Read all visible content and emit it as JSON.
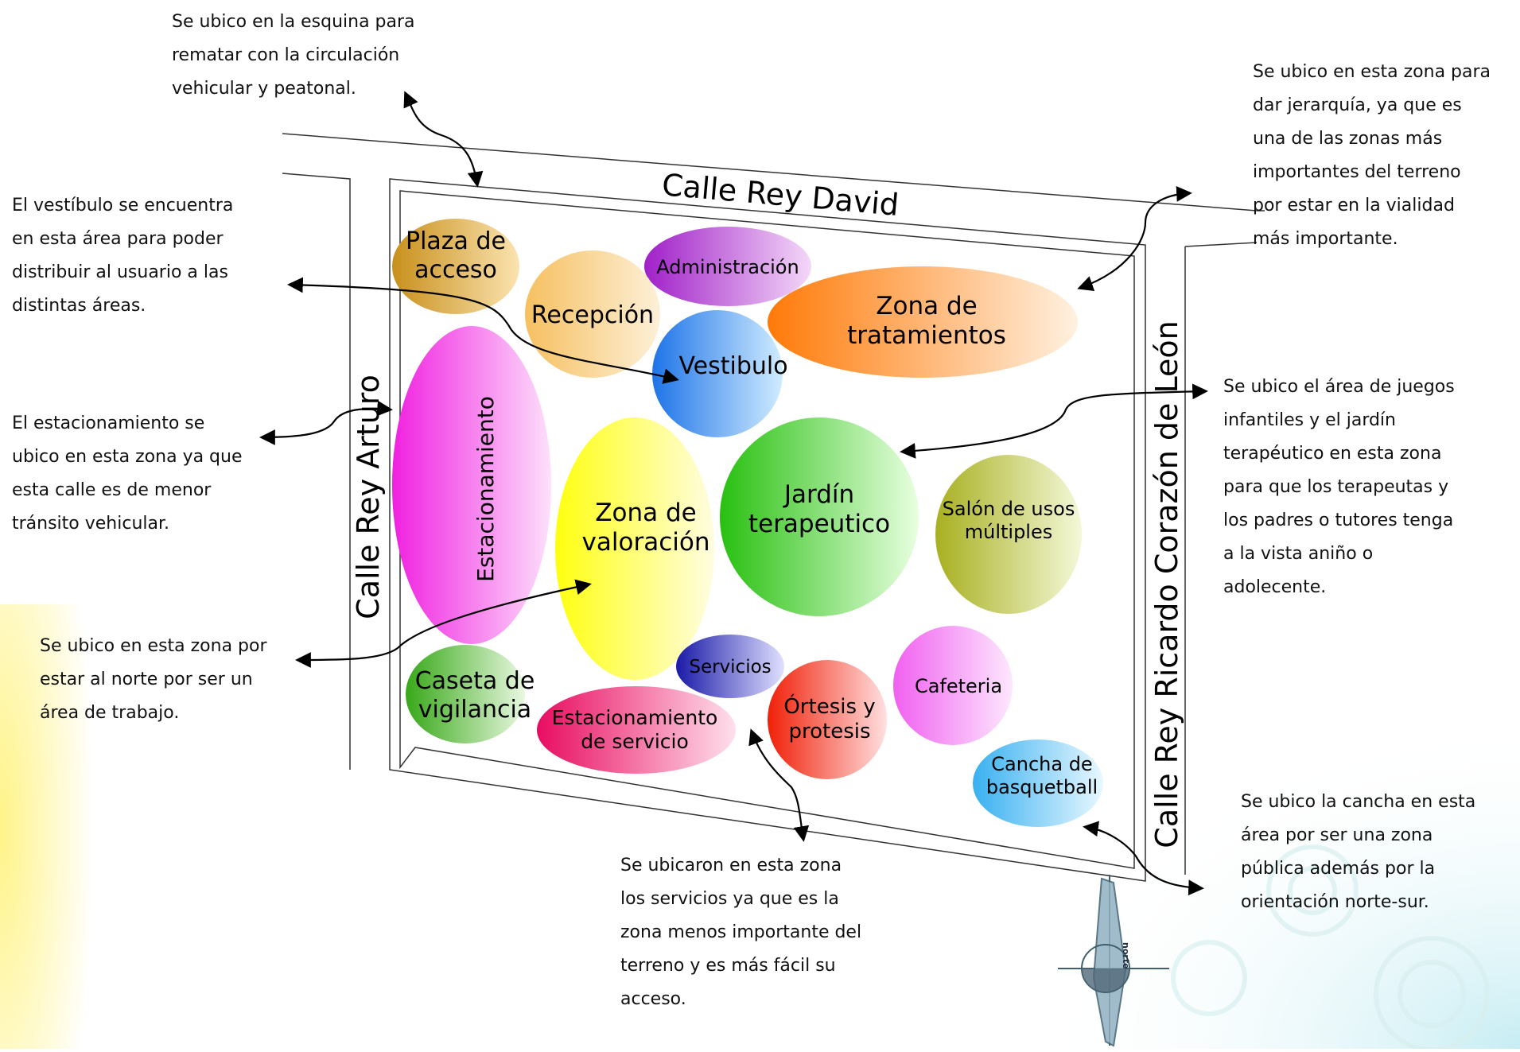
{
  "streets": {
    "north": "Calle Rey David",
    "west": "Calle Rey Arturo",
    "east": "Calle Rey Ricardo Corazón de León"
  },
  "zones": {
    "plaza_acceso": "Plaza de\nacceso",
    "administracion": "Administración",
    "recepcion": "Recepción",
    "zona_tratamientos": "Zona de\ntratamientos",
    "vestibulo": "Vestibulo",
    "estacionamiento": "Estacionamiento",
    "zona_valoracion": "Zona de\nvaloración",
    "jardin_terapeutico": "Jardín\nterapeutico",
    "salon_usos_multiples": "Salón de usos\nmúltiples",
    "servicios": "Servicios",
    "caseta_vigilancia": "Caseta de\nvigilancia",
    "estacionamiento_servicio": "Estacionamiento\nde servicio",
    "ortesis_protesis": "Órtesis y\nprotesis",
    "cafeteria": "Cafeteria",
    "cancha_basquetball": "Cancha de\nbasquetball"
  },
  "notes": {
    "plaza": "Se ubico en la esquina para\nrematar con la circulación\nvehicular y peatonal.",
    "tratamientos": "Se ubico en esta zona para\ndar jerarquía, ya que es\nuna de las zonas más\nimportantes del terreno\npor estar en la vialidad\nmás importante.",
    "vestibulo": "El vestíbulo se encuentra\nen esta área para poder\ndistribuir al usuario a las\ndistintas áreas.",
    "estacionamiento": "El estacionamiento se\nubico en esta zona ya que\nesta calle es de menor\ntránsito vehicular.",
    "jardin": "Se ubico el área de juegos\ninfantiles y el jardín\nterapéutico en esta zona\npara que los terapeutas y\nlos padres o tutores tenga\na la vista aniño o\nadolecente.",
    "valoracion": "Se ubico en esta zona por\nestar al norte por ser un\nárea de trabajo.",
    "servicios": "Se ubicaron en esta zona\nlos servicios ya que es la\nzona menos importante del\nterreno y es más fácil su\nacceso.",
    "cancha": "Se ubico la cancha en esta\nárea por ser una zona\npública además por la\norientación norte-sur."
  },
  "compass_label": "norte",
  "colors": {
    "plaza": "#c8901c",
    "administracion": "#a020c8",
    "recepcion": "#f6c060",
    "tratamientos": "#ff8010",
    "vestibulo": "#2a82e8",
    "estacionamiento": "#f020e0",
    "valoracion": "#ffff20",
    "jardin": "#30c818",
    "salon": "#b0b828",
    "servicios": "#2020b0",
    "caseta": "#40b020",
    "est_servicio": "#e81060",
    "ortesis": "#f02808",
    "cafeteria": "#f070f0",
    "cancha": "#40b8f0",
    "bg_accent": "#fff27a"
  }
}
